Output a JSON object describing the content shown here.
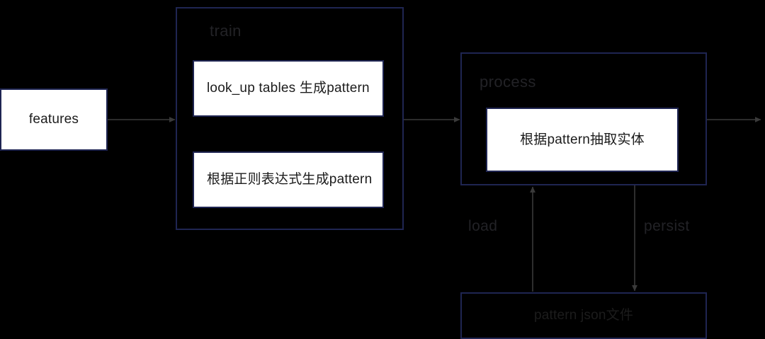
{
  "diagram": {
    "title_hidden": "",
    "colors": {
      "background": "#000000",
      "border": "#1f2552",
      "node_fill": "#ffffff",
      "text_dark": "#1c1c1c",
      "text_muted": "#222226",
      "edge": "#3a3a3a"
    },
    "nodes": {
      "features": {
        "label": "features"
      },
      "train_container": {
        "label": "train"
      },
      "train_step_1": {
        "label": "look_up tables 生成pattern"
      },
      "train_step_2": {
        "label": "根据正则表达式生成pattern"
      },
      "process_container": {
        "label": "process"
      },
      "process_step_1": {
        "label": "根据pattern抽取实体"
      },
      "storage": {
        "label": "pattern json文件"
      }
    },
    "edges": {
      "features_to_train": {
        "label": ""
      },
      "train_to_process": {
        "label": ""
      },
      "process_to_output": {
        "label": ""
      },
      "storage_to_process": {
        "label": "load"
      },
      "process_to_storage": {
        "label": "persist"
      }
    }
  }
}
